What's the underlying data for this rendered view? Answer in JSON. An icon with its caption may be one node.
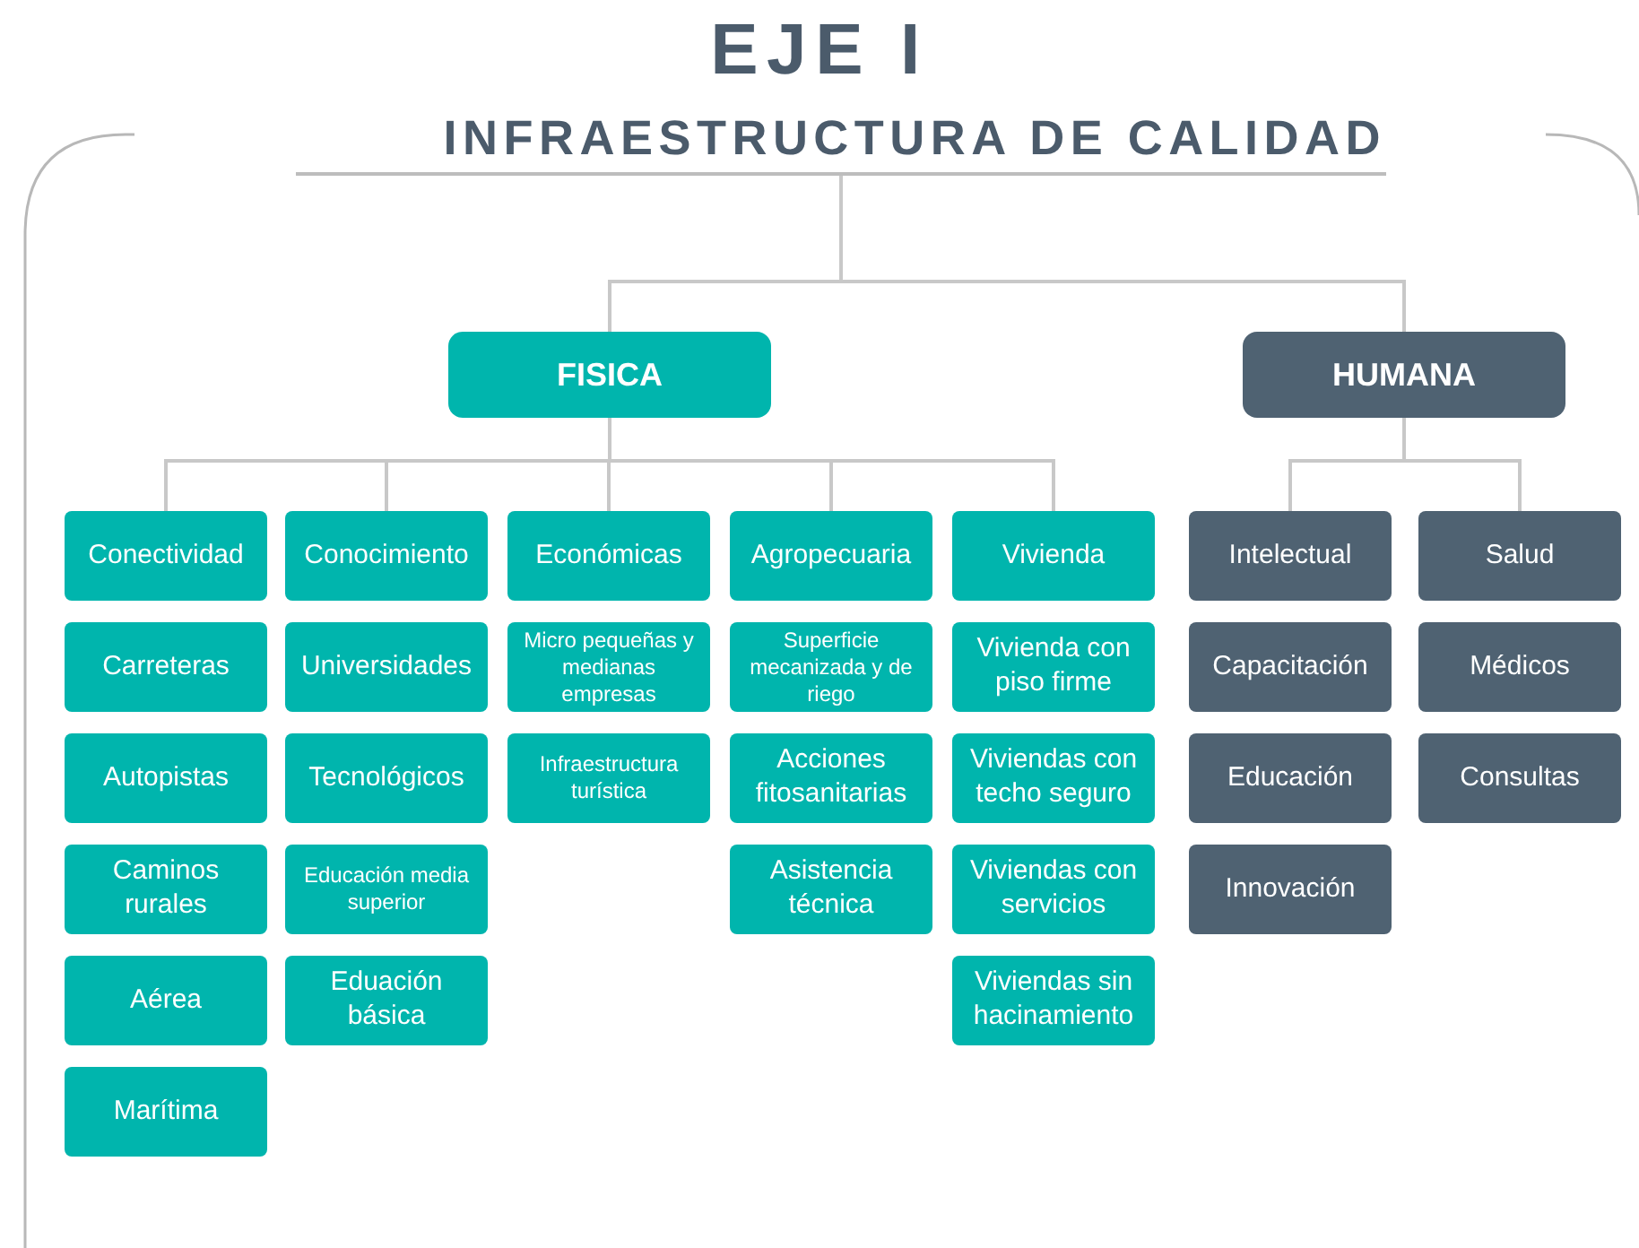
{
  "diagram": {
    "title": "EJE I",
    "nodes": [
      {
        "text": [
          "INFRAESTRUCTURA DE CALIDAD"
        ]
      },
      {
        "text": [
          "FISICA"
        ]
      },
      {
        "text": [
          "HUMANA"
        ]
      },
      {
        "text": [
          "Conectividad"
        ]
      },
      {
        "text": [
          "Carreteras"
        ]
      },
      {
        "text": [
          "Autopistas"
        ]
      },
      {
        "text": [
          "Caminos rurales"
        ]
      },
      {
        "text": [
          "Aérea"
        ]
      },
      {
        "text": [
          "Marítima"
        ]
      },
      {
        "text": [
          "Conocimiento"
        ]
      },
      {
        "text": [
          "Universidades"
        ]
      },
      {
        "text": [
          "Tecnológicos"
        ]
      },
      {
        "text": [
          "Educación media superior"
        ]
      },
      {
        "text": [
          "Eduación básica"
        ]
      },
      {
        "text": [
          "Económicas"
        ]
      },
      {
        "text": [
          "Micro pequeñas y medianas empresas"
        ]
      },
      {
        "text": [
          "Infraestructura turística"
        ]
      },
      {
        "text": [
          "Agropecuaria"
        ]
      },
      {
        "text": [
          "Superficie mecanizada y de riego"
        ]
      },
      {
        "text": [
          "Acciones fitosanitarias"
        ]
      },
      {
        "text": [
          "Asistencia técnica"
        ]
      },
      {
        "text": [
          "Vivienda"
        ]
      },
      {
        "text": [
          "Vivienda con piso firme"
        ]
      },
      {
        "text": [
          "Viviendas con techo seguro"
        ]
      },
      {
        "text": [
          "Viviendas con servicios"
        ]
      },
      {
        "text": [
          "Viviendas sin hacinamiento"
        ]
      },
      {
        "text": [
          "Intelectual"
        ]
      },
      {
        "text": [
          "Capacitación"
        ]
      },
      {
        "text": [
          "Educación"
        ]
      },
      {
        "text": [
          "Innovación"
        ]
      },
      {
        "text": [
          "Salud"
        ]
      },
      {
        "text": [
          "Médicos"
        ]
      },
      {
        "text": [
          "Consultas"
        ]
      }
    ],
    "edges": [
      {
        "from": 0,
        "to": 1,
        "arrow": "none"
      },
      {
        "from": 0,
        "to": 2,
        "arrow": "none"
      },
      {
        "from": 1,
        "to": 3,
        "arrow": "none"
      },
      {
        "from": 1,
        "to": 9,
        "arrow": "none"
      },
      {
        "from": 1,
        "to": 14,
        "arrow": "none"
      },
      {
        "from": 1,
        "to": 17,
        "arrow": "none"
      },
      {
        "from": 1,
        "to": 21,
        "arrow": "none"
      },
      {
        "from": 2,
        "to": 26,
        "arrow": "none"
      },
      {
        "from": 2,
        "to": 30,
        "arrow": "none"
      }
    ]
  }
}
